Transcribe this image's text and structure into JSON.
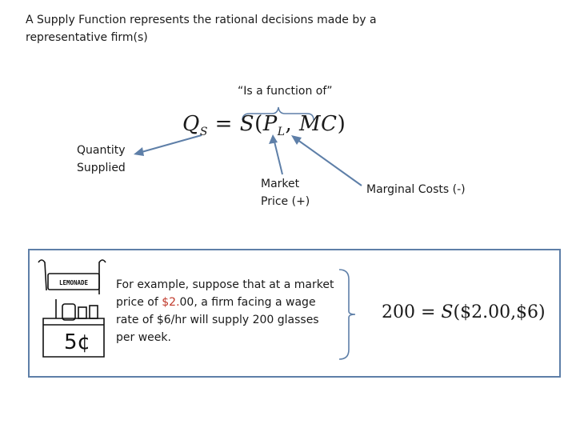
{
  "title": "A Supply Function represents the rational decisions made by a representative firm(s)",
  "function_note": "“Is a function of”",
  "formula": {
    "lhs": "Q",
    "lhs_sub": "S",
    "eq": " = ",
    "func": "S",
    "open": "(",
    "arg1": "P",
    "arg1_sub": "L",
    "sep": ", ",
    "arg2": "MC",
    "close": ")"
  },
  "labels": {
    "quantity_supplied": "Quantity Supplied",
    "market_price": "Market Price (+)",
    "marginal_costs": "Marginal Costs (-)"
  },
  "example": {
    "text_before": "For example, suppose that at a market price of ",
    "price": "$2.",
    "price_cents": "00",
    "text_after": ", a firm facing a wage rate of $6/hr will supply 200 glasses per week.",
    "formula_lhs": "200 = ",
    "formula_func": "S",
    "formula_args": "($2.00,$6)"
  },
  "lemonade_stand": {
    "sign": "LEMONADE",
    "price": "5¢"
  },
  "colors": {
    "arrow": "#5e7fa8",
    "box_border": "#5e7fa8",
    "price_highlight": "#c0392b"
  }
}
